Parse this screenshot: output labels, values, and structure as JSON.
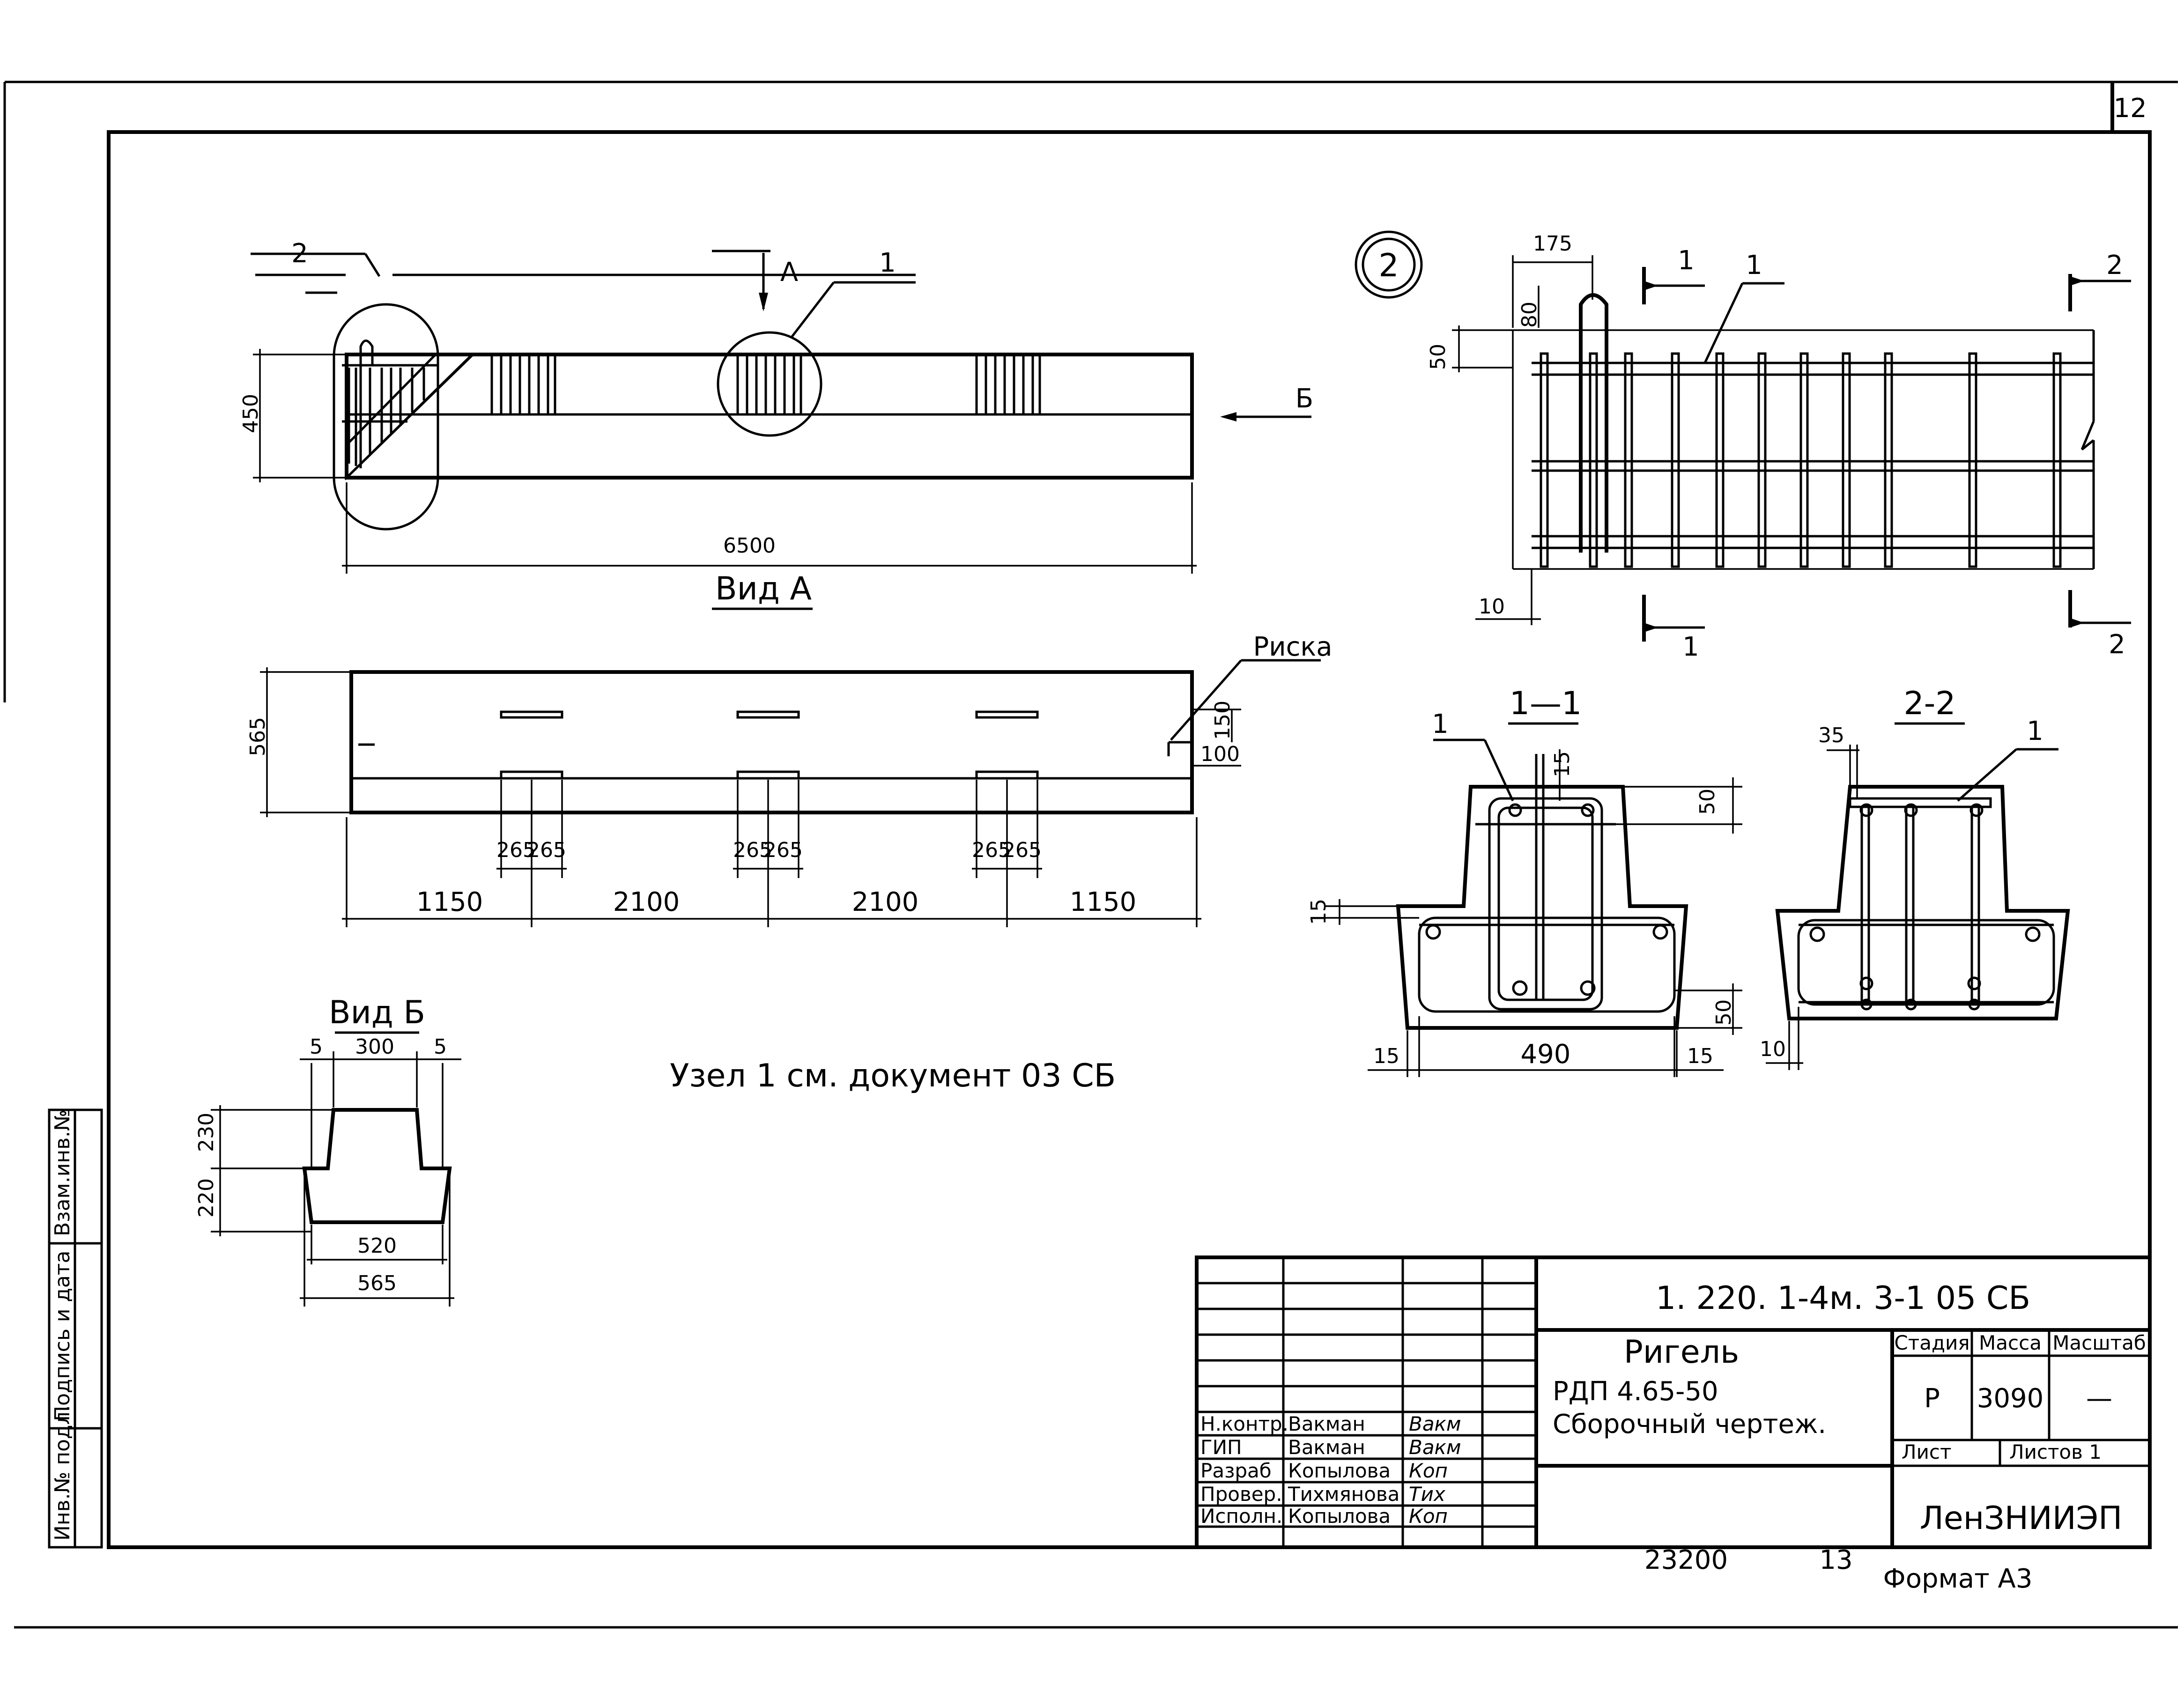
{
  "sheet": {
    "number": "12",
    "format": "Формат А3",
    "footer_code": "23200",
    "footer_page": "13"
  },
  "view_main": {
    "callout_2": "2",
    "callout_1": "1",
    "view_arrow_a": "А",
    "view_arrow_b": "Б",
    "dim_height": "450",
    "dim_length": "6500"
  },
  "view_a": {
    "title": "Вид А",
    "marker_label": "Риска",
    "dim_height": "565",
    "dim_150": "150",
    "dim_100": "100",
    "dims_small": [
      "265",
      "265",
      "265",
      "265",
      "265",
      "265"
    ],
    "dims_spans": [
      "1150",
      "2100",
      "2100",
      "1150"
    ]
  },
  "view_b": {
    "title": "Вид Б",
    "dim_5a": "5",
    "dim_300": "300",
    "dim_5b": "5",
    "dim_230": "230",
    "dim_220": "220",
    "dim_520": "520",
    "dim_565": "565"
  },
  "note": "Узел 1 см. документ 03 СБ",
  "node_2": {
    "marker": "2",
    "dim_175": "175",
    "dim_80": "80",
    "dim_50": "50",
    "dim_10": "10",
    "cut1_top": "1",
    "cut1_bottom": "1",
    "cut2_top": "2",
    "cut2_bottom": "2",
    "callout_1": "1"
  },
  "section_1_1": {
    "title": "1—1",
    "callout": "1",
    "dim_15_top": "15",
    "dim_50_top": "50",
    "dim_15_side": "15",
    "dim_50_right": "50",
    "dim_15_left": "15",
    "dim_490": "490",
    "dim_15_right": "15"
  },
  "section_2_2": {
    "title": "2-2",
    "dim_35": "35",
    "callout": "1",
    "dim_10": "10"
  },
  "side_stamp": {
    "labels": [
      "Инв.№ подл.",
      "Подпись и дата",
      "Взам.инв.№"
    ]
  },
  "title_block": {
    "doc_code": "1. 220. 1-4м. 3-1     05 СБ",
    "name_1": "Ригель",
    "name_2": "РДП 4.65-50",
    "name_3": "Сборочный чертеж.",
    "hdr_stage": "Стадия",
    "hdr_mass": "Масса",
    "hdr_scale": "Масштаб",
    "stage": "Р",
    "mass": "3090",
    "scale": "—",
    "sheet_lbl": "Лист",
    "sheets_lbl": "Листов 1",
    "org": "ЛенЗНИИЭП",
    "staff": [
      {
        "role": "Н.контр.",
        "name": "Вакман",
        "sign": "Вакм"
      },
      {
        "role": "ГИП",
        "name": "Вакман",
        "sign": "Вакм"
      },
      {
        "role": "Разраб",
        "name": "Копылова",
        "sign": "Коп"
      },
      {
        "role": "Провер.",
        "name": "Тихмянова",
        "sign": "Тих"
      },
      {
        "role": "Исполн.",
        "name": "Копылова",
        "sign": "Коп"
      }
    ]
  }
}
